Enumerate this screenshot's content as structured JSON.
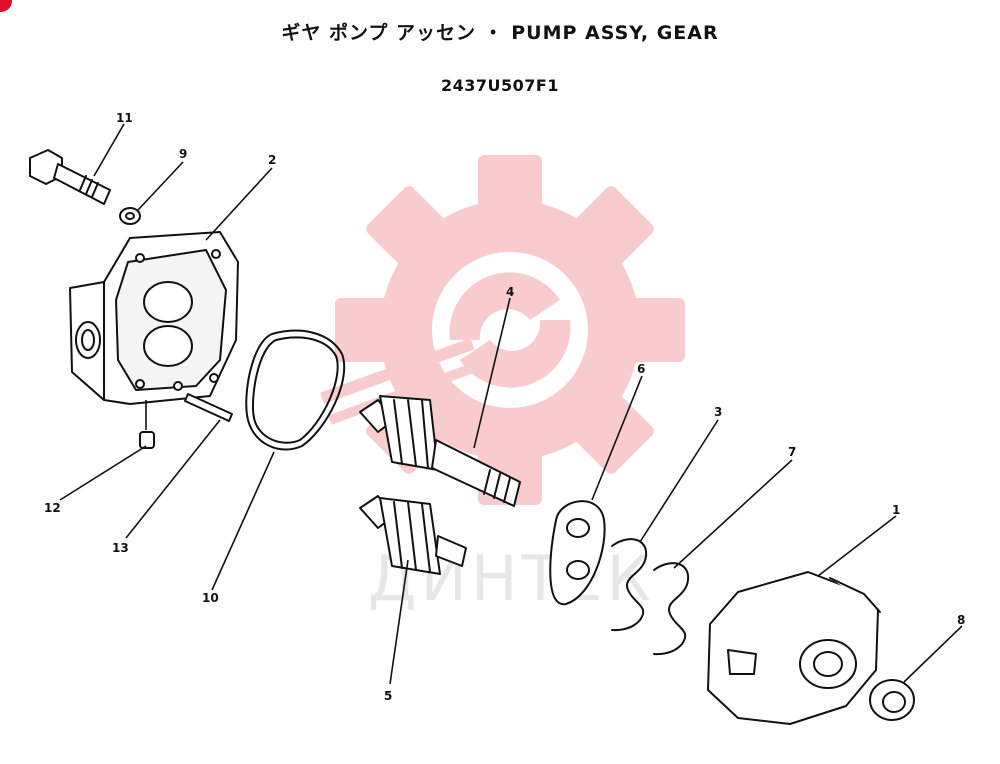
{
  "header": {
    "title": "ギヤ ポンプ アッセン ・ PUMP ASSY, GEAR",
    "part_number": "2437U507F1"
  },
  "watermark": {
    "text": "ДИНТЕК",
    "color": "#f4a3a8"
  },
  "callouts": {
    "c1": "1",
    "c2": "2",
    "c3": "3",
    "c4": "4",
    "c5": "5",
    "c6": "6",
    "c7": "7",
    "c8": "8",
    "c9": "9",
    "c10": "10",
    "c11": "11",
    "c12": "12",
    "c13": "13"
  },
  "corner_mark_color": "#e0102a"
}
